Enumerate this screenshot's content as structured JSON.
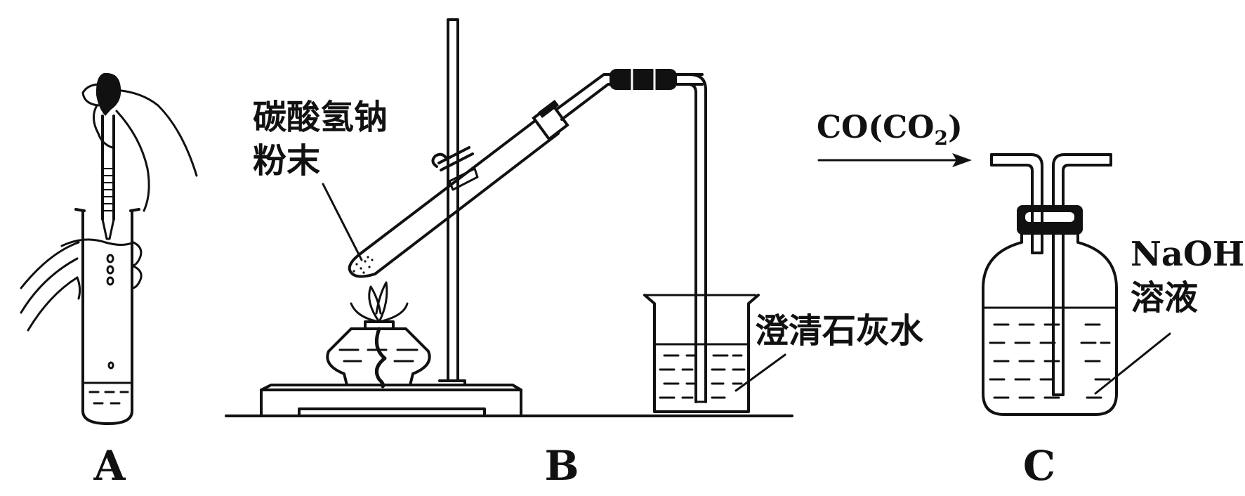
{
  "figure": {
    "apparatus_a": {
      "label": "A"
    },
    "apparatus_b": {
      "label": "B",
      "reagent_line1": "碳酸氢钠",
      "reagent_line2": "粉末",
      "solution": "澄清石灰水"
    },
    "apparatus_c": {
      "label": "C",
      "gas_main": "CO(CO",
      "gas_sub": "2",
      "gas_close": ")",
      "solution_line1": "NaOH",
      "solution_line2": "溶液"
    }
  },
  "colors": {
    "ink": "#111111",
    "background": "#ffffff"
  }
}
